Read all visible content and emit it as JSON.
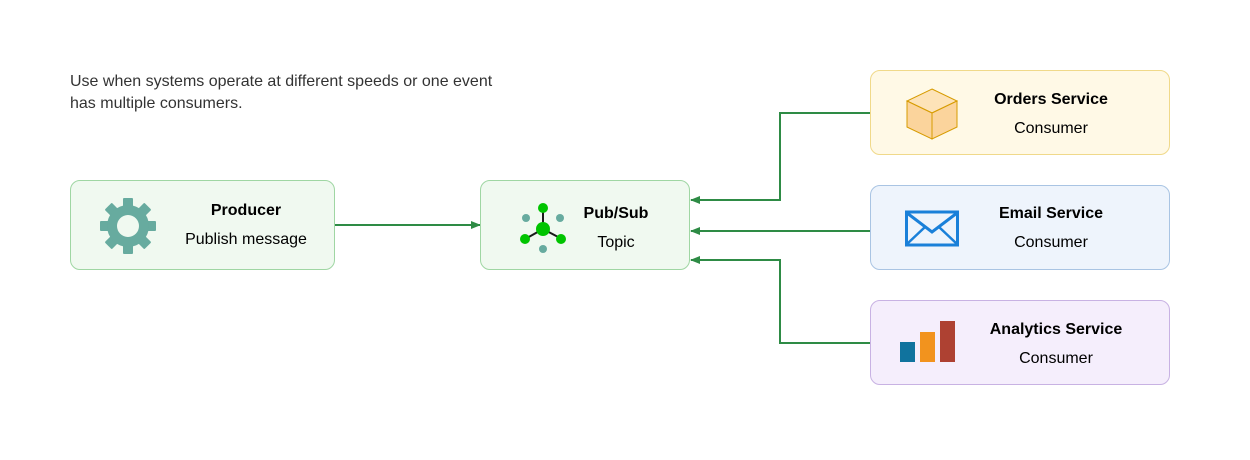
{
  "note": {
    "line1": "Use when systems operate at different speeds or one event",
    "line2": "has multiple consumers."
  },
  "producer": {
    "title": "Producer",
    "subtitle": "Publish message",
    "icon": "gear-icon"
  },
  "pubsub": {
    "title": "Pub/Sub",
    "subtitle": "Topic",
    "icon": "hub-icon"
  },
  "consumers": [
    {
      "title": "Orders Service",
      "subtitle": "Consumer",
      "icon": "box-icon"
    },
    {
      "title": "Email Service",
      "subtitle": "Consumer",
      "icon": "envelope-icon"
    },
    {
      "title": "Analytics Service",
      "subtitle": "Consumer",
      "icon": "bar-chart-icon"
    }
  ],
  "colors": {
    "connector": "#2e8b45",
    "producer_fill": "#f0f9f0",
    "orders_fill": "#fff9e6",
    "email_fill": "#eef4fc",
    "analytics_fill": "#f5eefc",
    "gear": "#67ab9f",
    "hub_node": "#00c400",
    "envelope": "#1a80d9",
    "box": "#fbd49c"
  }
}
